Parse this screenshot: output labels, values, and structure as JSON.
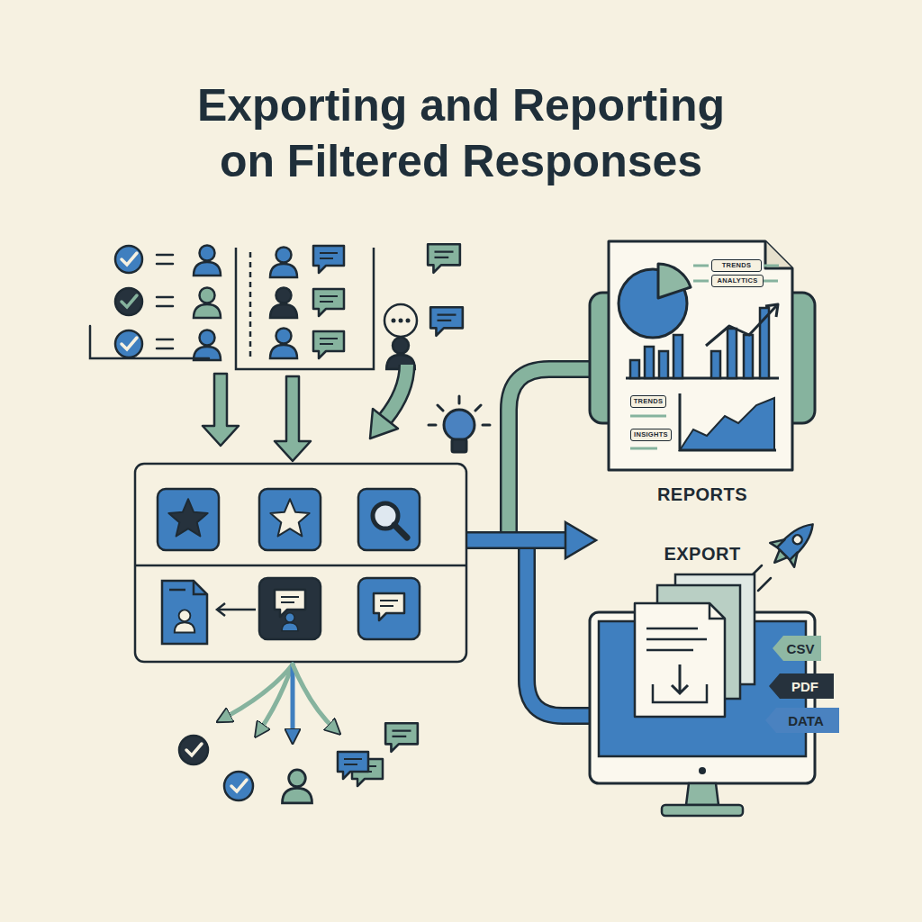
{
  "diagram": {
    "title": "Exporting and Reporting on Filtered Responses",
    "nodes": [
      {
        "text": [
          "REPORTS"
        ]
      },
      {
        "text": [
          "TRENDS"
        ],
        "in": 0
      },
      {
        "text": [
          "ANALYTICS"
        ],
        "in": 0
      },
      {
        "text": [
          "TRENDS"
        ],
        "in": 0
      },
      {
        "text": [
          "INSIGHTS"
        ],
        "in": 0
      },
      {
        "text": [
          "EXPORT"
        ]
      },
      {
        "text": [
          "CSV"
        ],
        "in": 5
      },
      {
        "text": [
          "PDF"
        ],
        "in": 5
      },
      {
        "text": [
          "DATA"
        ],
        "in": 5
      }
    ]
  }
}
